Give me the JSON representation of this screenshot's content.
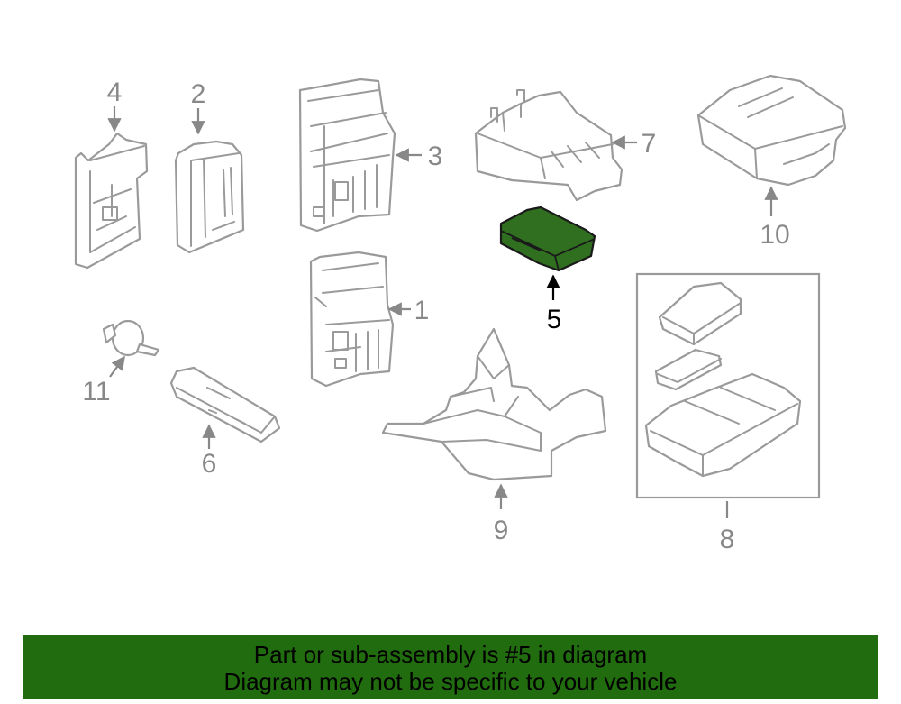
{
  "callouts": [
    "1",
    "2",
    "3",
    "4",
    "5",
    "6",
    "7",
    "8",
    "9",
    "10",
    "11"
  ],
  "highlighted_callout": "5",
  "colors": {
    "highlight_part": "#2f6f1f",
    "banner": "#216c0f",
    "linework": "#9a9a9a"
  },
  "banner": {
    "line1": "Part or sub-assembly is #5 in diagram",
    "line2": "Diagram may not be specific to your vehicle"
  }
}
